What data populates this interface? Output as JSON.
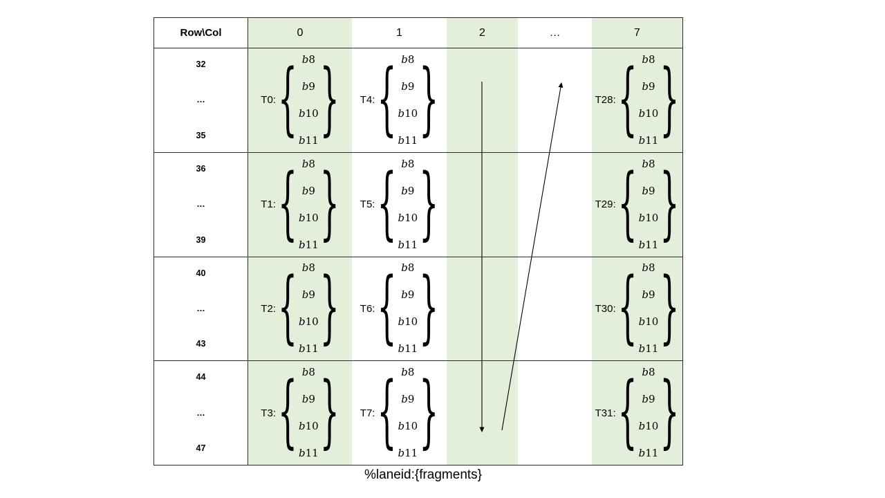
{
  "table": {
    "header": {
      "corner": "Row\\Col",
      "columns": [
        {
          "label": "0",
          "highlight": true
        },
        {
          "label": "1",
          "highlight": false
        },
        {
          "label": "2",
          "highlight": true
        },
        {
          "label": "…",
          "highlight": false
        },
        {
          "label": "7",
          "highlight": true
        }
      ]
    },
    "rows": [
      {
        "label": {
          "top": "32",
          "mid": "…",
          "bottom": "35"
        },
        "cells": [
          {
            "thread": "T0:",
            "fragments": [
              "b8",
              "b9",
              "b10",
              "b11"
            ]
          },
          {
            "thread": "T4:",
            "fragments": [
              "b8",
              "b9",
              "b10",
              "b11"
            ]
          },
          {
            "thread": "",
            "fragments": []
          },
          {
            "thread": "",
            "fragments": []
          },
          {
            "thread": "T28:",
            "fragments": [
              "b8",
              "b9",
              "b10",
              "b11"
            ]
          }
        ]
      },
      {
        "label": {
          "top": "36",
          "mid": "…",
          "bottom": "39"
        },
        "cells": [
          {
            "thread": "T1:",
            "fragments": [
              "b8",
              "b9",
              "b10",
              "b11"
            ]
          },
          {
            "thread": "T5:",
            "fragments": [
              "b8",
              "b9",
              "b10",
              "b11"
            ]
          },
          {
            "thread": "",
            "fragments": []
          },
          {
            "thread": "",
            "fragments": []
          },
          {
            "thread": "T29:",
            "fragments": [
              "b8",
              "b9",
              "b10",
              "b11"
            ]
          }
        ]
      },
      {
        "label": {
          "top": "40",
          "mid": "…",
          "bottom": "43"
        },
        "cells": [
          {
            "thread": "T2:",
            "fragments": [
              "b8",
              "b9",
              "b10",
              "b11"
            ]
          },
          {
            "thread": "T6:",
            "fragments": [
              "b8",
              "b9",
              "b10",
              "b11"
            ]
          },
          {
            "thread": "",
            "fragments": []
          },
          {
            "thread": "",
            "fragments": []
          },
          {
            "thread": "T30:",
            "fragments": [
              "b8",
              "b9",
              "b10",
              "b11"
            ]
          }
        ]
      },
      {
        "label": {
          "top": "44",
          "mid": "…",
          "bottom": "47"
        },
        "cells": [
          {
            "thread": "T3:",
            "fragments": [
              "b8",
              "b9",
              "b10",
              "b11"
            ]
          },
          {
            "thread": "T7:",
            "fragments": [
              "b8",
              "b9",
              "b10",
              "b11"
            ]
          },
          {
            "thread": "",
            "fragments": []
          },
          {
            "thread": "",
            "fragments": []
          },
          {
            "thread": "T31:",
            "fragments": [
              "b8",
              "b9",
              "b10",
              "b11"
            ]
          }
        ]
      }
    ]
  },
  "caption": "%laneid:{fragments}",
  "colors": {
    "highlight": "#e3efda",
    "border": "#2b2b2b",
    "arrow": "#000000"
  }
}
